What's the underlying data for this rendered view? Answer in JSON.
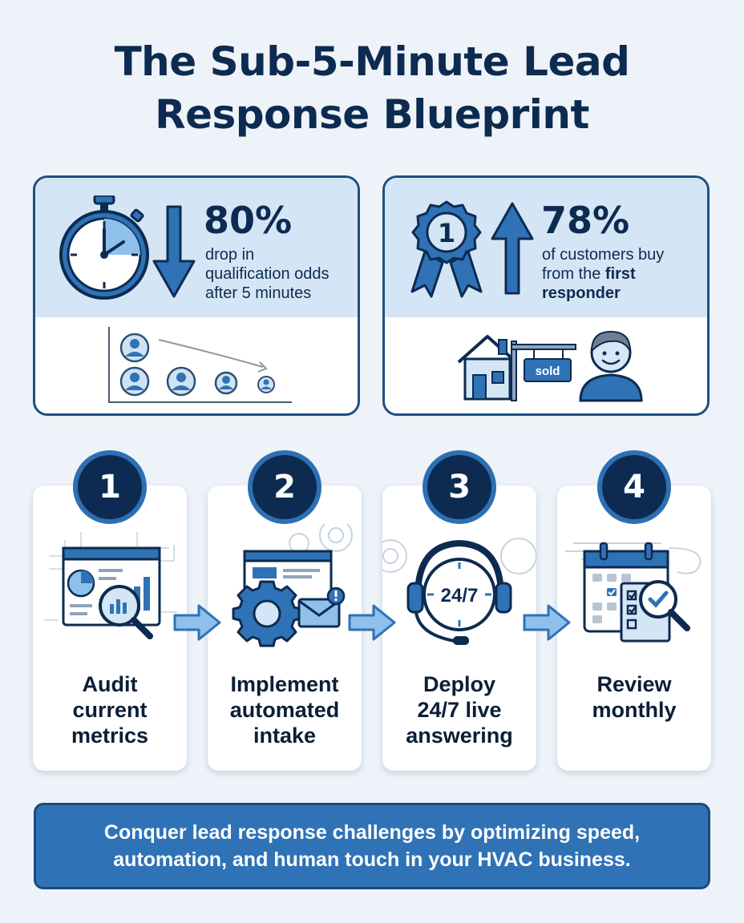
{
  "title": {
    "line1": "The Sub-5-Minute Lead",
    "line2": "Response Blueprint"
  },
  "stats": [
    {
      "value": "80%",
      "desc_lines": [
        "drop in",
        "qualification odds",
        "after 5 minutes"
      ],
      "icons": [
        "stopwatch-icon",
        "arrow-down-icon",
        "lead-decline-chart-icon"
      ]
    },
    {
      "value": "78%",
      "desc_line1": "of customers buy",
      "desc_line2_prefix": "from the ",
      "desc_line2_bold": "first",
      "desc_line3": "responder",
      "sign_text": "sold",
      "icons": [
        "award-ribbon-icon",
        "arrow-up-icon",
        "house-sold-sign-icon",
        "smiling-person-icon"
      ]
    }
  ],
  "steps": [
    {
      "number": "1",
      "label_lines": [
        "Audit",
        "current",
        "metrics"
      ],
      "icon": "dashboard-magnifier-icon"
    },
    {
      "number": "2",
      "label_lines": [
        "Implement",
        "automated",
        "intake"
      ],
      "icon": "gear-email-icon"
    },
    {
      "number": "3",
      "label_lines": [
        "Deploy",
        "24/7 live",
        "answering"
      ],
      "icon": "headset-24-7-icon",
      "icon_text": "24/7"
    },
    {
      "number": "4",
      "label_lines": [
        "Review",
        "monthly"
      ],
      "icon": "calendar-checklist-icon"
    }
  ],
  "footer": {
    "line1": "Conquer lead response challenges by optimizing speed,",
    "line2": "automation, and human touch in your HVAC business."
  },
  "colors": {
    "navy": "#0d2b50",
    "blue": "#2f72b6",
    "light_blue": "#d4e6f6",
    "background": "#eef3f9"
  }
}
